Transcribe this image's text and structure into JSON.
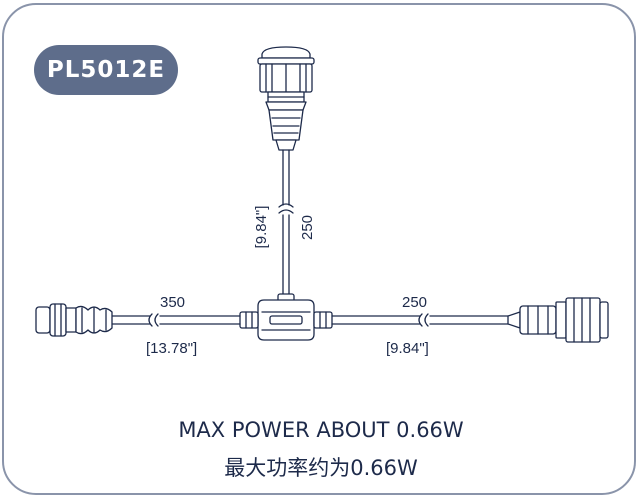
{
  "badge": {
    "model": "PL5012E"
  },
  "cables": {
    "vertical": {
      "mm": "250",
      "inch": "[9.84\"]"
    },
    "left": {
      "mm": "350",
      "inch": "[13.78\"]"
    },
    "right": {
      "mm": "250",
      "inch": "[9.84\"]"
    }
  },
  "footer": {
    "english": "MAX POWER ABOUT 0.66W",
    "chinese": "最大功率约为0.66W"
  },
  "colors": {
    "frame": "#8a94aa",
    "badge": "#5e6d8b",
    "line": "#1d2a4a"
  }
}
